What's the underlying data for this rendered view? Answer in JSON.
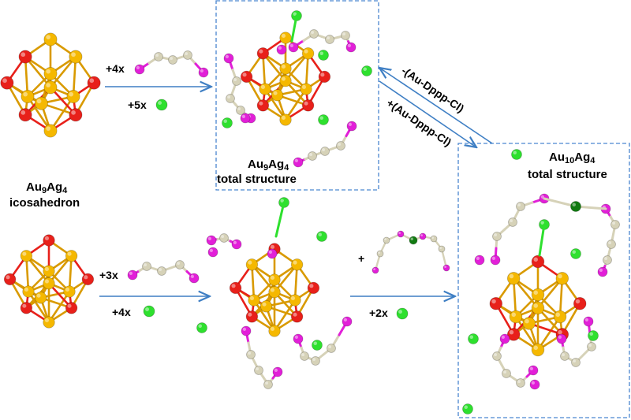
{
  "colors": {
    "gold": "#f5b800",
    "gold_dark": "#d99a00",
    "silver_red": "#e8201a",
    "chlorine": "#2ee02e",
    "chlorine_dark": "#117a11",
    "phosphorus": "#e21fd8",
    "carbon": "#d6d2b8",
    "box": "#4a86d0",
    "arrow": "#3f7fc4"
  },
  "labels": {
    "cluster_left_formula": {
      "a": "Au",
      "a_sub": "9",
      "b": "Ag",
      "b_sub": "4"
    },
    "cluster_left_desc": "icosahedron",
    "top_box_formula": {
      "a": "Au",
      "a_sub": "9",
      "b": "Ag",
      "b_sub": "4"
    },
    "top_box_desc": "total structure",
    "right_box_formula": {
      "a": "Au",
      "a_sub": "10",
      "b": "Ag",
      "b_sub": "4"
    },
    "right_box_desc": "total structure"
  },
  "reagents": {
    "top_ligand": "+4x",
    "top_cl": "+5x",
    "bottom_ligand": "+3x",
    "bottom_cl": "+4x",
    "bottom_right_plus": "+",
    "bottom_right_cl": "+2x"
  },
  "arrows": {
    "remove": "-(Au-Dppp-Cl)",
    "add": "+(Au-Dppp-Cl)"
  }
}
